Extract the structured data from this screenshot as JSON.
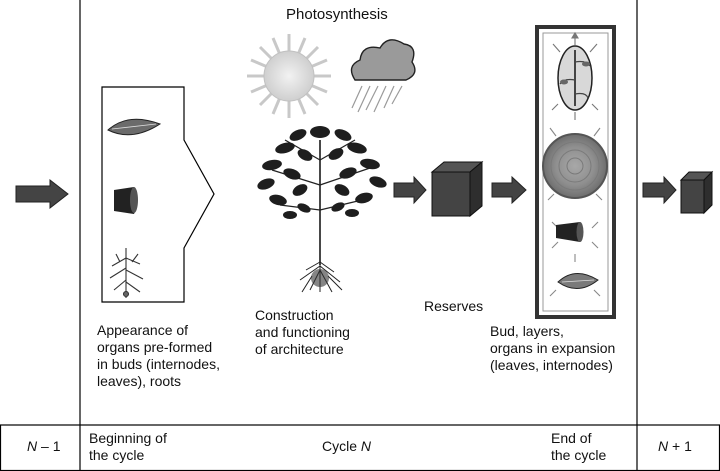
{
  "top_label": "Photosynthesis",
  "labels": {
    "appearance": [
      "Appearance of",
      "organs pre-formed",
      "in buds (internodes,",
      "leaves), roots"
    ],
    "construction": [
      "Construction",
      "and functioning",
      "of architecture"
    ],
    "reserves": "Reserves",
    "bud_layers": [
      "Bud, layers,",
      "organs in expansion",
      "(leaves, internodes)"
    ]
  },
  "footer": {
    "prev": {
      "var": "N",
      "suffix": " – 1"
    },
    "beginning": [
      "Beginning of",
      "the cycle"
    ],
    "cycle": {
      "prefix": "Cycle ",
      "var": "N"
    },
    "end": [
      "End of",
      "the cycle"
    ],
    "next": {
      "var": "N",
      "suffix": " + 1"
    }
  },
  "icons": [
    "sun-icon",
    "rain-cloud-icon",
    "leaf-icon",
    "internode-icon",
    "root-icon",
    "tree-icon",
    "reserve-cube-icon",
    "bud-icon",
    "stem-layer-icon"
  ]
}
